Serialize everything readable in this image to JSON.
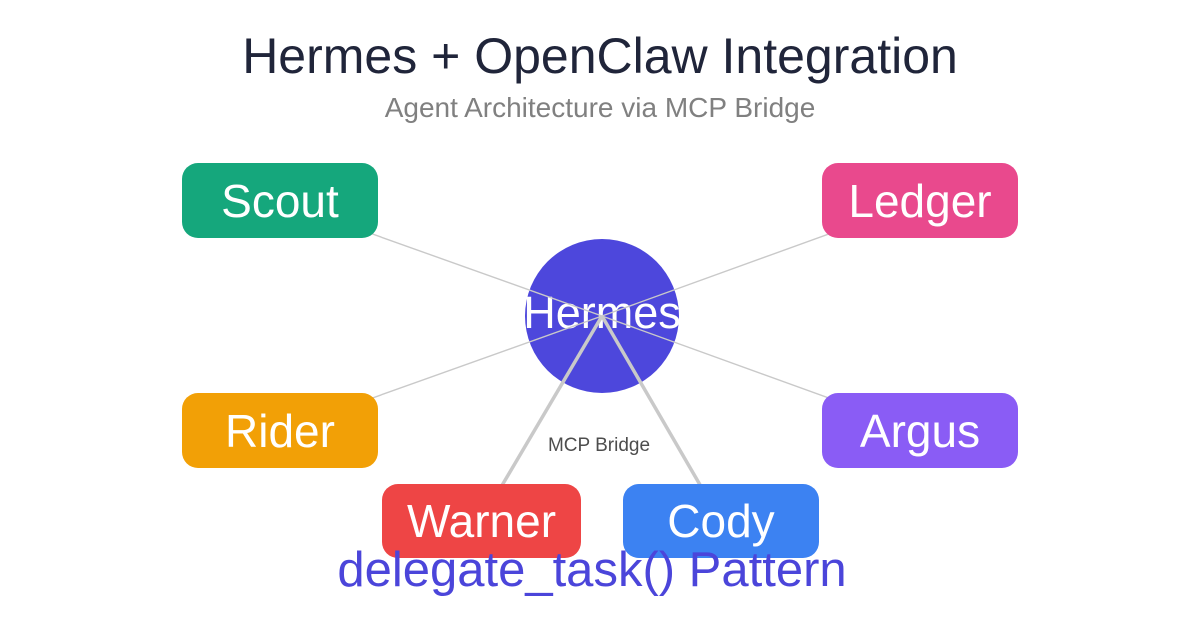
{
  "title": {
    "text": "Hermes + OpenClaw Integration"
  },
  "subtitle": {
    "text": "Agent Architecture via MCP Bridge"
  },
  "hub": {
    "label": "Hermes",
    "color": "#4d47dc"
  },
  "bridge": {
    "label": "MCP Bridge"
  },
  "nodes": [
    {
      "label": "Scout",
      "color": "#15a77c",
      "connection": "thin"
    },
    {
      "label": "Ledger",
      "color": "#e9498d",
      "connection": "thin"
    },
    {
      "label": "Rider",
      "color": "#f2a006",
      "connection": "thin"
    },
    {
      "label": "Argus",
      "color": "#8a5cf5",
      "connection": "thin"
    },
    {
      "label": "Warner",
      "color": "#ee4545",
      "connection": "thick"
    },
    {
      "label": "Cody",
      "color": "#3c82f2",
      "connection": "thick"
    }
  ],
  "footer": {
    "label": "delegate_task() Pattern",
    "color": "#4b45da"
  },
  "colors": {
    "background": "#ffffff",
    "title": "#20253a",
    "subtitle": "#808080",
    "bridge_label": "#4d4d4d",
    "edge": "#c9c9c9",
    "node_text": "#ffffff"
  }
}
